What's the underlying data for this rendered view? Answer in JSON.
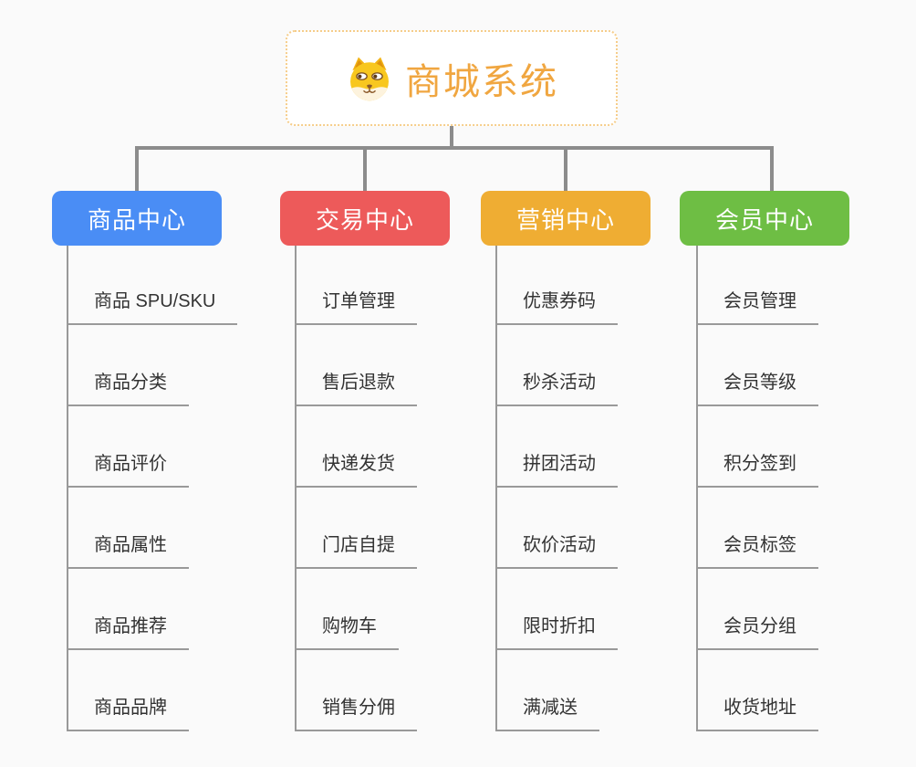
{
  "root": {
    "title": "商城系统",
    "icon": "dog-face-icon",
    "title_color": "#F0A640",
    "border_color": "#F6CD8A"
  },
  "branches": [
    {
      "label": "商品中心",
      "color": "#4A8DF5",
      "children": [
        "商品 SPU/SKU",
        "商品分类",
        "商品评价",
        "商品属性",
        "商品推荐",
        "商品品牌"
      ]
    },
    {
      "label": "交易中心",
      "color": "#ED5A5A",
      "children": [
        "订单管理",
        "售后退款",
        "快递发货",
        "门店自提",
        "购物车",
        "销售分佣"
      ]
    },
    {
      "label": "营销中心",
      "color": "#EFAD33",
      "children": [
        "优惠券码",
        "秒杀活动",
        "拼团活动",
        "砍价活动",
        "限时折扣",
        "满减送"
      ]
    },
    {
      "label": "会员中心",
      "color": "#6EBE44",
      "children": [
        "会员管理",
        "会员等级",
        "积分签到",
        "会员标签",
        "会员分组",
        "收货地址"
      ]
    }
  ],
  "connector_color": "#8C8C8C",
  "leaf_line_color": "#999999",
  "leaf_text_color": "#333333",
  "background_color": "#FAFAFA"
}
